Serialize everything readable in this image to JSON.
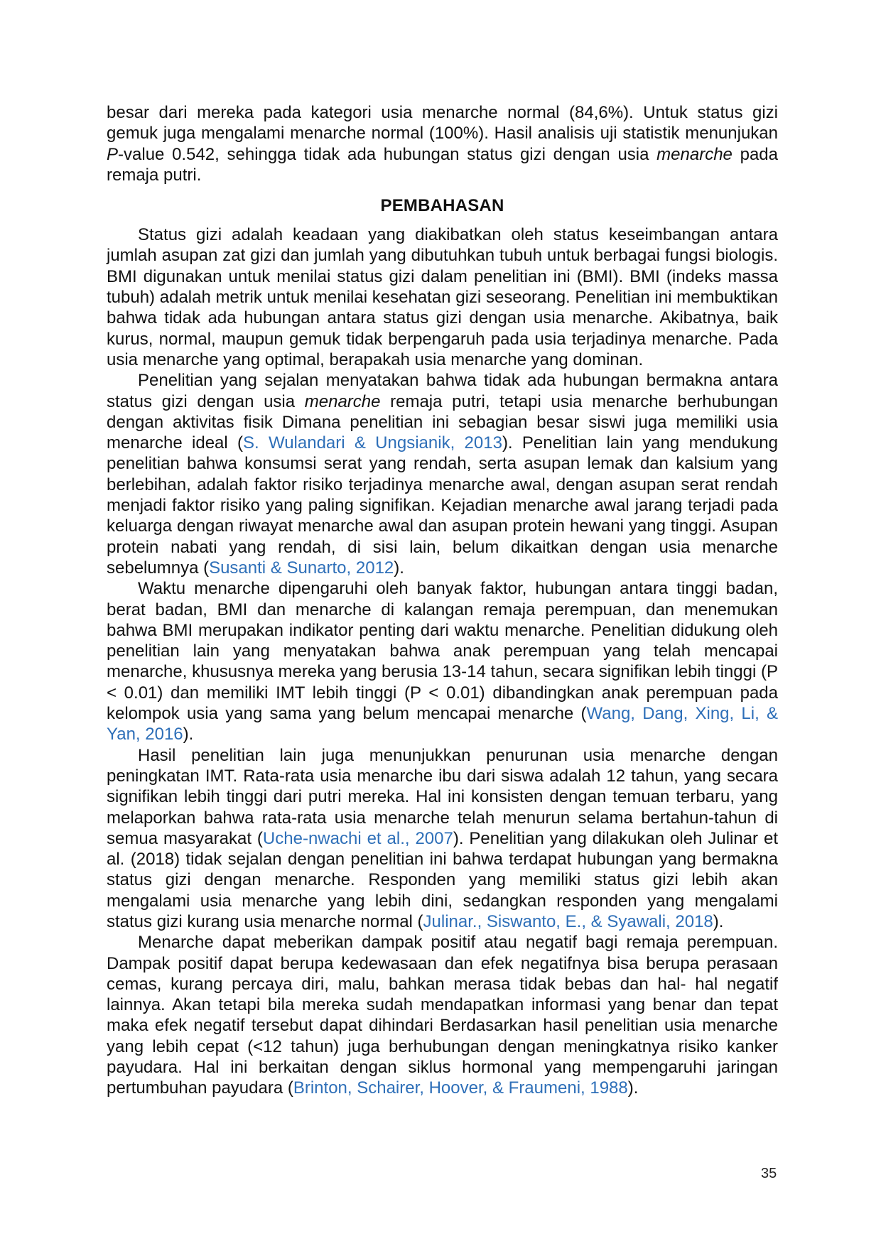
{
  "p0": {
    "t1": "besar dari mereka pada kategori usia menarche normal (84,6%). Untuk status gizi gemuk juga mengalami menarche normal (100%). Hasil analisis uji statistik menunjukan ",
    "i1": "P",
    "t2": "-value 0.542, sehingga tidak ada hubungan status gizi dengan usia ",
    "i2": "menarche",
    "t3": " pada remaja putri."
  },
  "heading": "PEMBAHASAN",
  "p1": {
    "t1": "Status gizi adalah keadaan yang diakibatkan oleh status keseimbangan antara jumlah asupan zat gizi dan jumlah yang dibutuhkan tubuh untuk berbagai fungsi biologis. BMI digunakan untuk menilai status gizi dalam penelitian ini (BMI). BMI (indeks massa tubuh) adalah metrik untuk menilai kesehatan gizi seseorang. Penelitian ini membuktikan bahwa tidak ada hubungan antara status gizi dengan usia menarche. Akibatnya, baik kurus, normal, maupun gemuk tidak berpengaruh pada usia terjadinya menarche. Pada usia menarche yang optimal, berapakah usia menarche yang dominan."
  },
  "p2": {
    "t1": "Penelitian yang sejalan menyatakan bahwa tidak ada hubungan bermakna antara status gizi dengan usia ",
    "i1": "menarche",
    "t2": " remaja putri, tetapi usia menarche berhubungan dengan aktivitas fisik Dimana penelitian ini sebagian besar siswi juga memiliki usia menarche ideal (",
    "c1": "S. Wulandari & Ungsianik, 2013",
    "t3": "). Penelitian lain yang mendukung penelitian bahwa  konsumsi serat yang rendah, serta asupan lemak dan kalsium yang berlebihan, adalah faktor risiko terjadinya menarche awal, dengan asupan serat rendah menjadi faktor risiko yang paling signifikan. Kejadian menarche awal jarang terjadi pada keluarga dengan riwayat menarche awal dan asupan protein hewani yang tinggi. Asupan protein nabati yang rendah, di sisi lain, belum dikaitkan dengan usia menarche sebelumnya (",
    "c2": "Susanti & Sunarto, 2012",
    "t4": ")."
  },
  "p3": {
    "t1": "Waktu menarche dipengaruhi oleh banyak faktor, hubungan antara tinggi badan, berat badan, BMI dan menarche di kalangan remaja perempuan, dan menemukan bahwa BMI merupakan indikator penting dari waktu menarche. Penelitian didukung oleh penelitian lain yang menyatakan bahwa anak perempuan yang telah mencapai menarche, khususnya mereka yang berusia 13-14 tahun, secara signifikan lebih tinggi (P < 0.01) dan memiliki IMT lebih tinggi (P < 0.01) dibandingkan anak perempuan pada kelompok usia yang sama yang belum mencapai menarche (",
    "c1": "Wang, Dang, Xing, Li, & Yan, 2016",
    "t2": ")."
  },
  "p4": {
    "t1": "Hasil penelitian lain juga menunjukkan penurunan usia menarche dengan peningkatan IMT. Rata-rata usia menarche ibu dari siswa adalah 12 tahun, yang secara signifikan lebih tinggi dari putri mereka. Hal ini konsisten dengan temuan terbaru, yang melaporkan bahwa rata-rata usia menarche telah menurun selama bertahun-tahun di semua masyarakat (",
    "c1": "Uche-nwachi et al., 2007",
    "t2": "). Penelitian yang dilakukan oleh Julinar et al. (2018) tidak sejalan dengan penelitian ini bahwa terdapat hubungan yang bermakna status gizi dengan menarche. Responden yang memiliki status gizi lebih akan mengalami usia menarche yang lebih dini, sedangkan responden yang mengalami status gizi kurang usia menarche normal (",
    "c2": "Julinar., Siswanto, E., & Syawali, 2018",
    "t3": ")."
  },
  "p5": {
    "t1": "Menarche dapat meberikan dampak positif atau negatif  bagi  remaja  perempuan. Dampak positif dapat berupa kedewasaan dan efek negatifnya bisa berupa  perasaan cemas,  kurang percaya diri, malu, bahkan merasa  tidak  bebas  dan  hal- hal negatif lainnya. Akan tetapi bila mereka sudah mendapatkan informasi yang benar dan tepat maka efek negatif tersebut dapat dihindari Berdasarkan hasil penelitian usia menarche yang lebih cepat (<12 tahun) juga berhubungan dengan meningkatnya risiko kanker payudara. Hal ini berkaitan dengan siklus hormonal yang mempengaruhi jaringan pertumbuhan payudara (",
    "c1": "Brinton, Schairer, Hoover, & Fraumeni, 1988",
    "t2": ")."
  },
  "page_number": "35",
  "colors": {
    "citation": "#2e6fb8",
    "text": "#111111"
  }
}
